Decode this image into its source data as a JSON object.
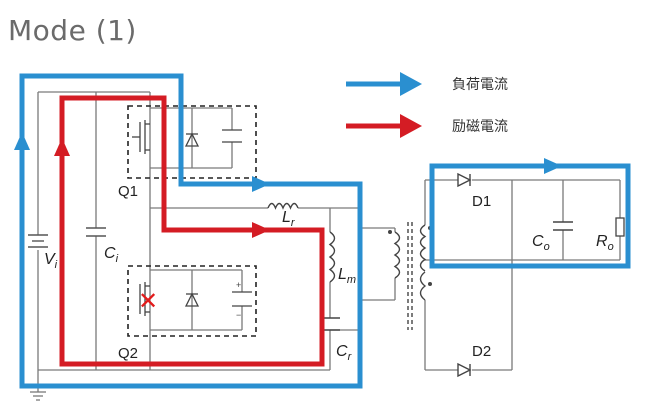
{
  "title": "Mode (1)",
  "legend": [
    {
      "label": "負荷電流",
      "color": "#2a8fd0"
    },
    {
      "label": "励磁電流",
      "color": "#d41c24"
    }
  ],
  "components": {
    "q1": "Q1",
    "q2": "Q2",
    "d1": "D1",
    "d2": "D2",
    "vin": {
      "main": "V",
      "sub": "i"
    },
    "ci": {
      "main": "C",
      "sub": "i"
    },
    "lr": {
      "main": "L",
      "sub": "r"
    },
    "lm": {
      "main": "L",
      "sub": "m"
    },
    "cr": {
      "main": "C",
      "sub": "r"
    },
    "co": {
      "main": "C",
      "sub": "o"
    },
    "ro": {
      "main": "R",
      "sub": "o"
    }
  },
  "state": {
    "q2_off_marker": "✕"
  },
  "colors": {
    "load_current": "#2a8fd0",
    "excitation_current": "#d41c24",
    "wire": "#7a7a7a",
    "box": "#222222"
  }
}
